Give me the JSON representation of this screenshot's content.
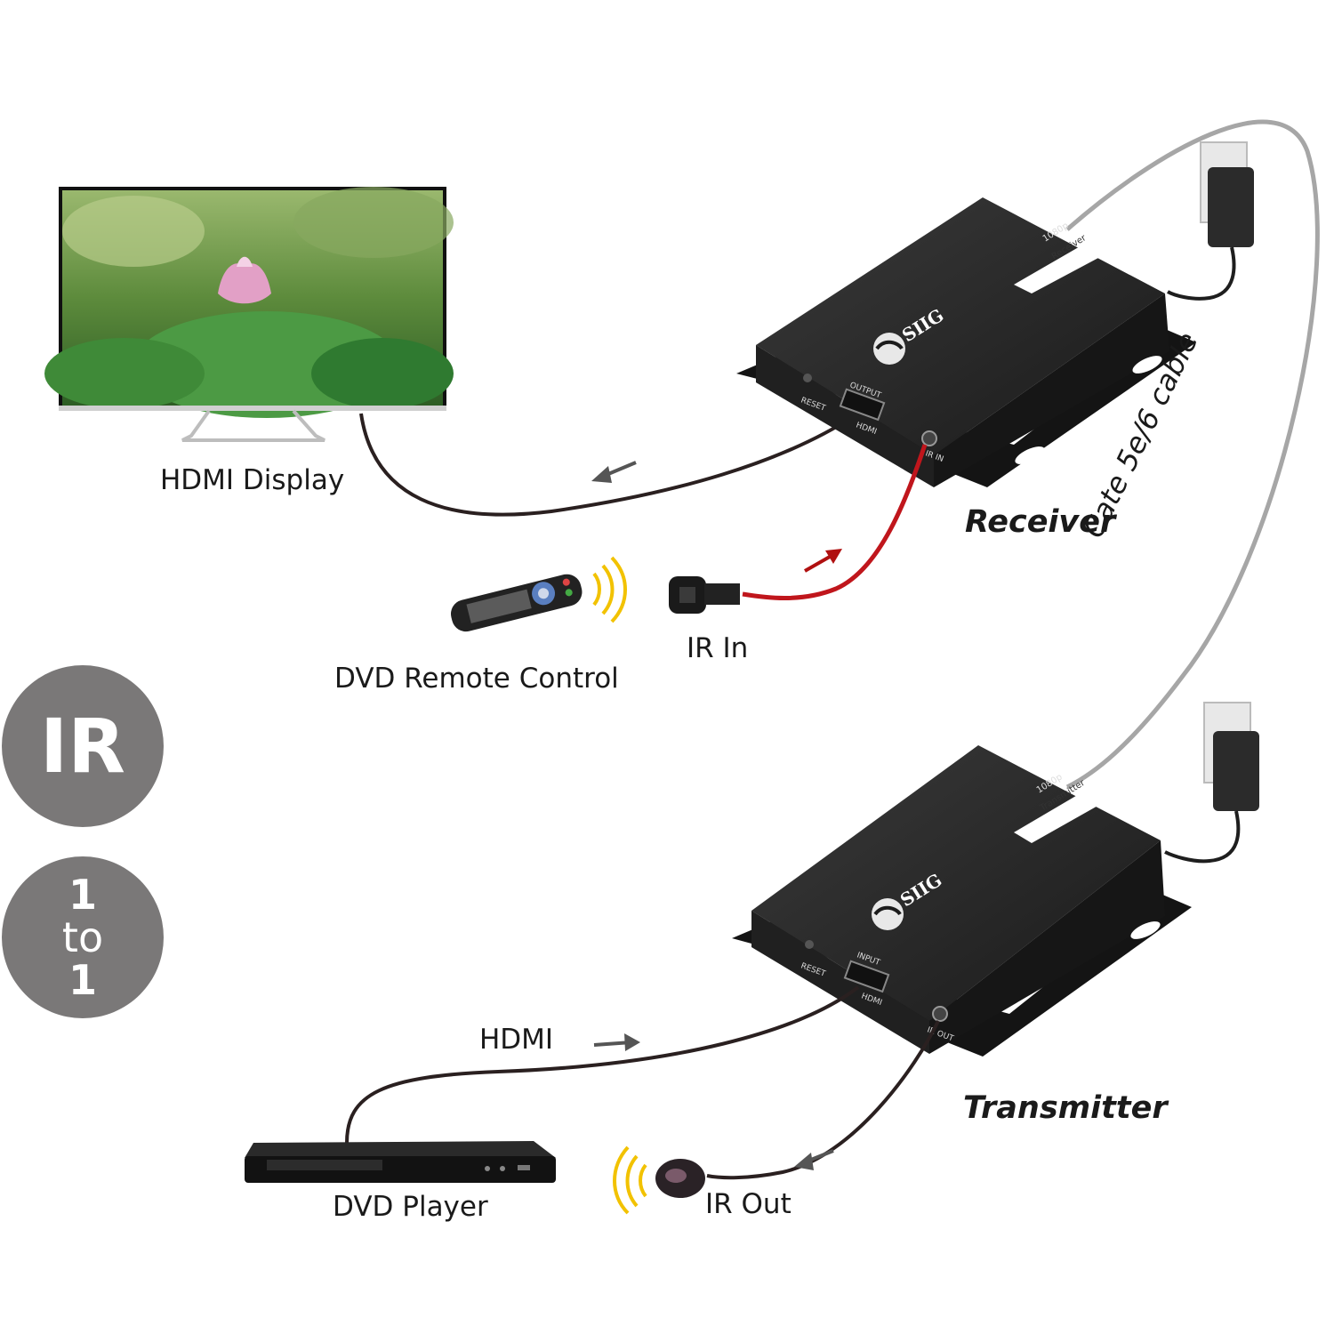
{
  "labels": {
    "hdmi_display": "HDMI Display",
    "receiver": "Receiver",
    "dvd_remote": "DVD Remote Control",
    "ir_in": "IR In",
    "cable": "Cate 5e/6 cable",
    "hdmi": "HDMI",
    "transmitter": "Transmitter",
    "dvd_player": "DVD Player",
    "ir_out": "IR Out"
  },
  "badges": {
    "ir": "IR",
    "ratio_top": "1",
    "ratio_mid": "to",
    "ratio_bottom": "1"
  },
  "receiver_device": {
    "brand": "SIIG",
    "model": "1080p",
    "type": "Receiver",
    "port_reset": "RESET",
    "port_output": "OUTPUT",
    "port_hdmi": "HDMI",
    "port_ir": "IR IN"
  },
  "transmitter_device": {
    "brand": "SIIG",
    "model": "1080p",
    "type": "Transmitter",
    "port_reset": "RESET",
    "port_input": "INPUT",
    "port_hdmi": "HDMI",
    "port_ir": "IR OUT"
  },
  "colors": {
    "badge": "#7a7878",
    "device": "#1e1e1e",
    "ir_in_cable": "#c0161c",
    "cat_cable": "#9a9a9a",
    "signal_waves": "#f2c200"
  }
}
